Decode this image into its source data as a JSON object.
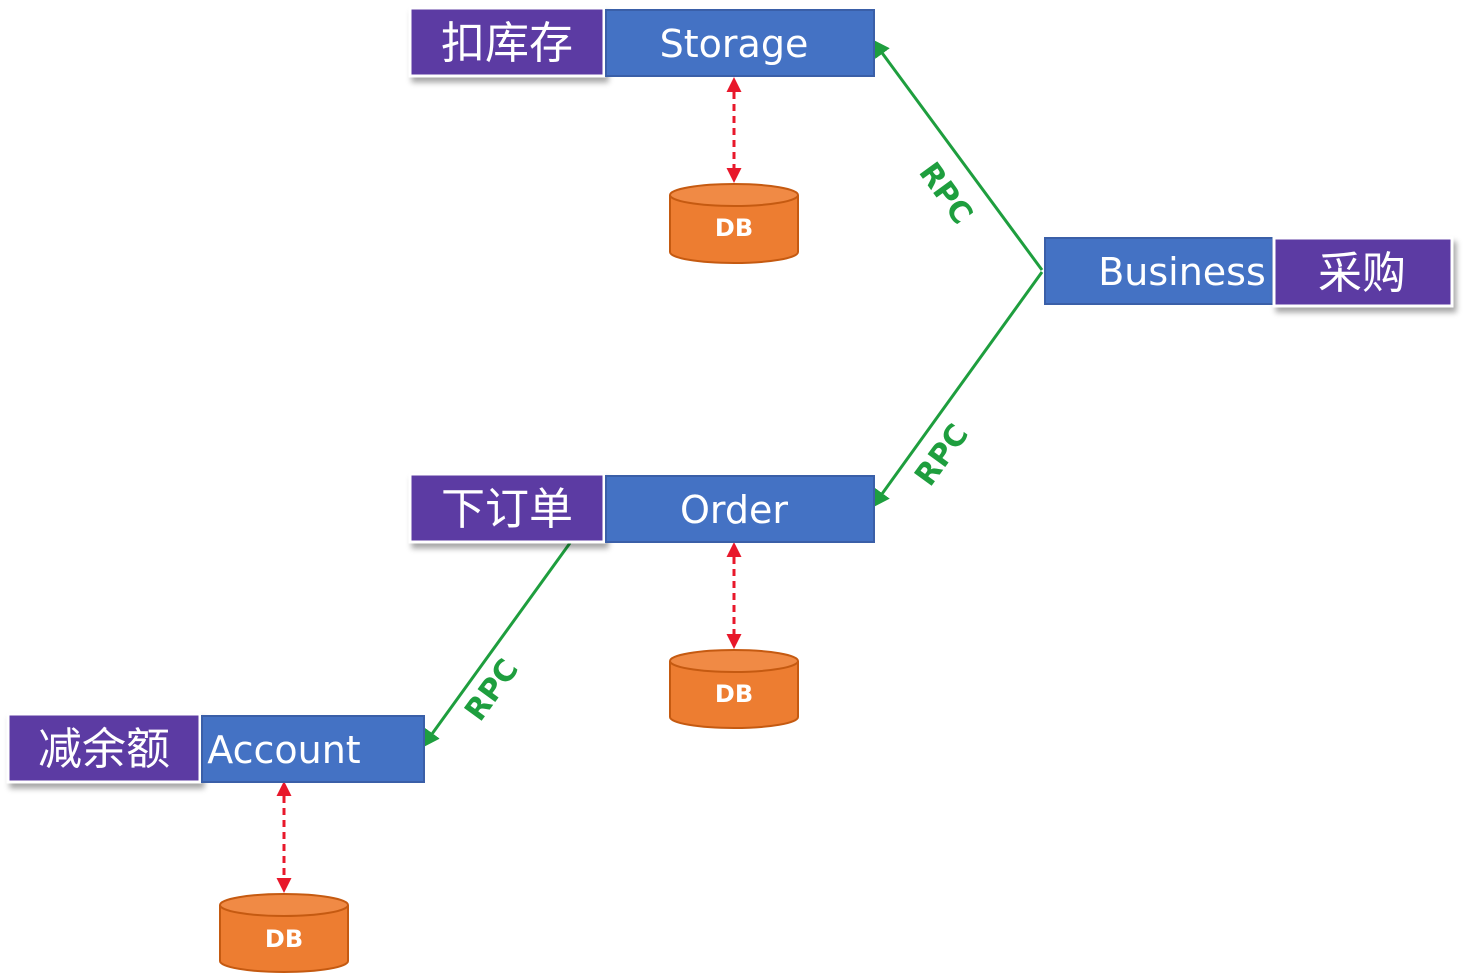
{
  "colors": {
    "service_fill": "#4472c4",
    "service_border": "#3a5fa8",
    "label_fill": "#5b3aa3",
    "label_border": "#ffffff",
    "db_fill": "#ed7d31",
    "db_border": "#c55a11",
    "rpc_line": "#1e9e3e",
    "db_link": "#e8182b"
  },
  "services": {
    "storage": {
      "name": "Storage",
      "label": "扣库存"
    },
    "business": {
      "name": "Business",
      "label": "采购"
    },
    "order": {
      "name": "Order",
      "label": "下订单"
    },
    "account": {
      "name": "Account",
      "label": "减余额"
    }
  },
  "databases": {
    "storage": "DB",
    "order": "DB",
    "account": "DB"
  },
  "edges": {
    "business_storage": "RPC",
    "business_order": "RPC",
    "order_account": "RPC"
  }
}
